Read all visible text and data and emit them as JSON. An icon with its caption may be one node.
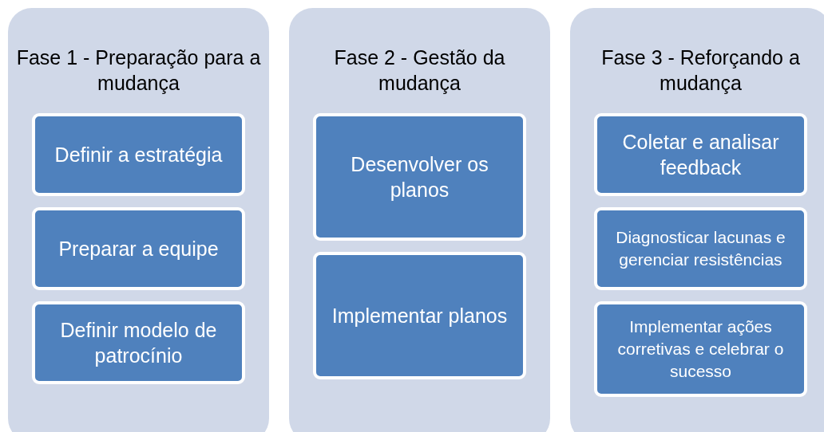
{
  "diagram": {
    "nodes": [
      {
        "text": [
          "Fase 1 - Preparação para a mudança"
        ]
      },
      {
        "text": [
          "Definir a estratégia"
        ],
        "in": 0
      },
      {
        "text": [
          "Preparar a equipe"
        ],
        "in": 0
      },
      {
        "text": [
          "Definir modelo de patrocínio"
        ],
        "in": 0
      },
      {
        "text": [
          "Fase 2 - Gestão da mudança"
        ]
      },
      {
        "text": [
          "Desenvolver os planos"
        ],
        "in": 4
      },
      {
        "text": [
          "Implementar planos"
        ],
        "in": 4
      },
      {
        "text": [
          "Fase 3 - Reforçando a mudança"
        ]
      },
      {
        "text": [
          "Coletar e analisar feedback"
        ],
        "in": 7
      },
      {
        "text": [
          "Diagnosticar lacunas e gerenciar resistências"
        ],
        "in": 7
      },
      {
        "text": [
          "Implementar ações corretivas e celebrar o sucesso"
        ],
        "in": 7
      }
    ]
  }
}
